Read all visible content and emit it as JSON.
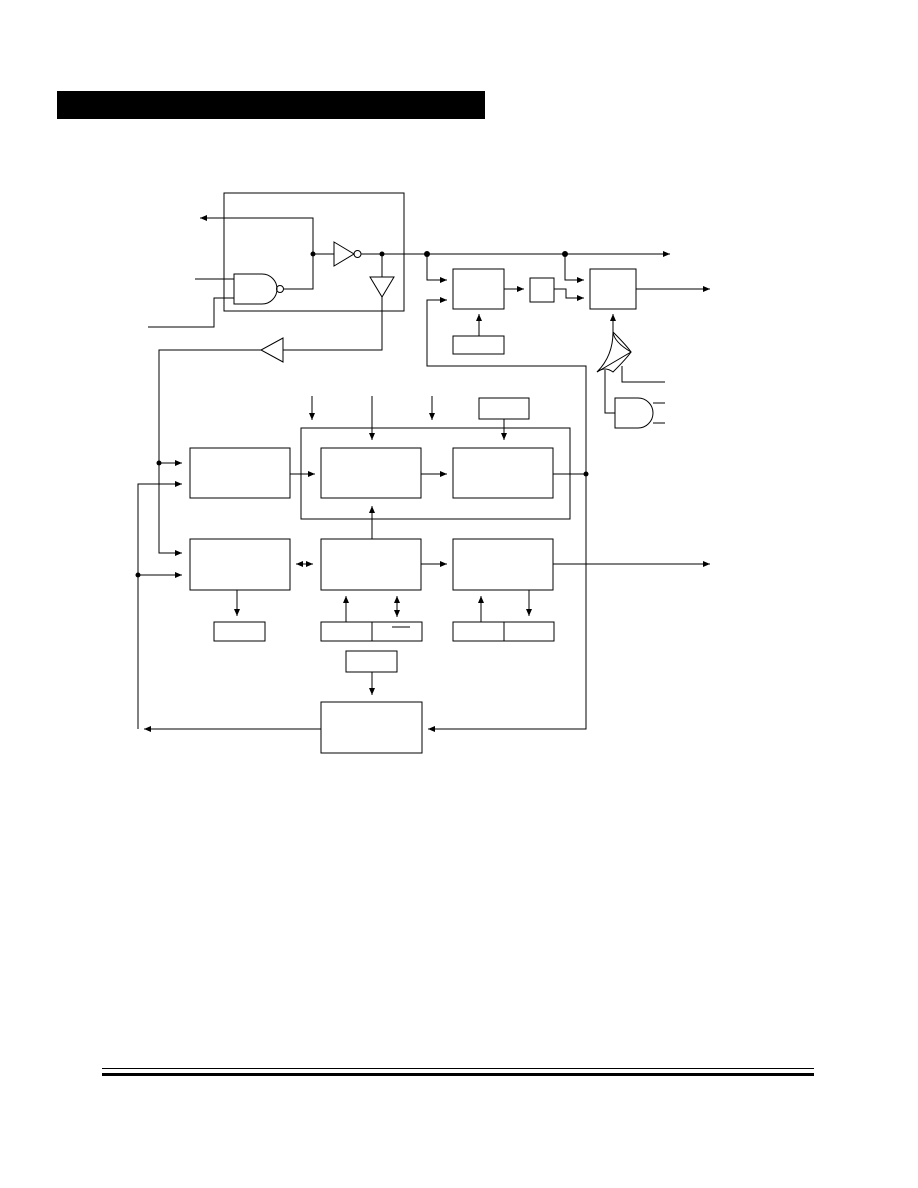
{
  "header": {
    "title": ""
  },
  "colors": {
    "ink": "#000000",
    "paper": "#ffffff"
  },
  "diagram": {
    "blocks": [
      {
        "id": "oscillator-circuit-box",
        "label": ""
      },
      {
        "id": "upper-right-block-a",
        "label": ""
      },
      {
        "id": "upper-right-small-block",
        "label": ""
      },
      {
        "id": "upper-right-block-b",
        "label": ""
      },
      {
        "id": "upper-right-input-block",
        "label": ""
      },
      {
        "id": "left-mid-block",
        "label": ""
      },
      {
        "id": "center-mid-block",
        "label": ""
      },
      {
        "id": "right-mid-block",
        "label": ""
      },
      {
        "id": "mid-input-block",
        "label": ""
      },
      {
        "id": "left-lower-block",
        "label": ""
      },
      {
        "id": "center-lower-block",
        "label": ""
      },
      {
        "id": "right-lower-block",
        "label": ""
      },
      {
        "id": "left-lower-output-block",
        "label": ""
      },
      {
        "id": "center-lower-split-block-left",
        "label": ""
      },
      {
        "id": "center-lower-split-block-right",
        "label": ""
      },
      {
        "id": "right-lower-split-block-left",
        "label": ""
      },
      {
        "id": "right-lower-split-block-right",
        "label": ""
      },
      {
        "id": "bottom-input-block",
        "label": ""
      },
      {
        "id": "bottom-block",
        "label": ""
      }
    ]
  }
}
